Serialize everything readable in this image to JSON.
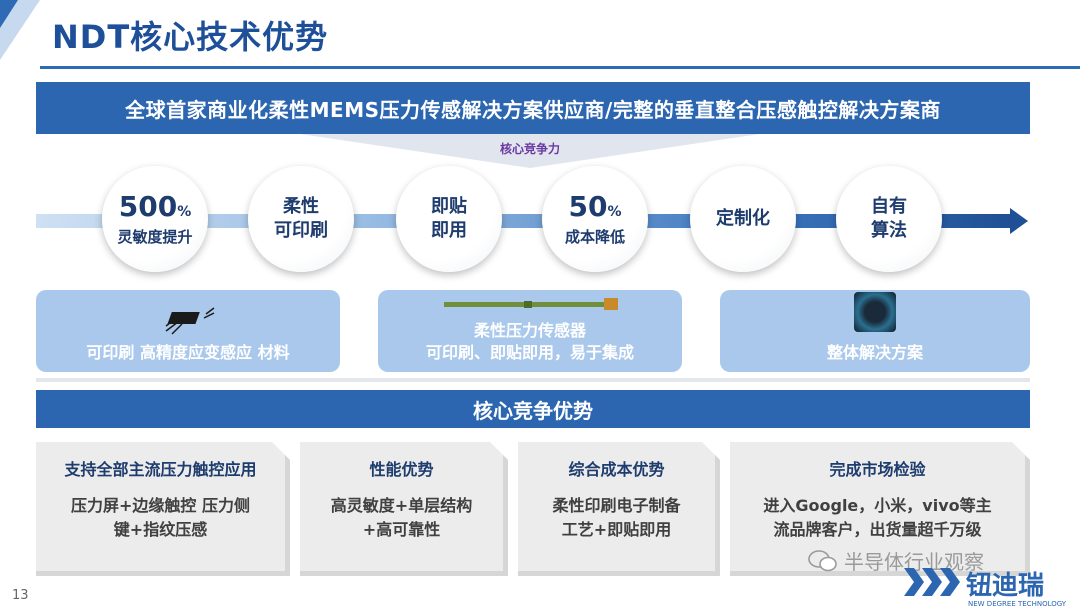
{
  "header": {
    "title": "NDT核心技术优势"
  },
  "banner": {
    "text": "全球首家商业化柔性MEMS压力传感解决方案供应商/完整的垂直整合压感触控解决方案商"
  },
  "core_label": "核心竞争力",
  "timeline": [
    {
      "big": "500",
      "unit": "%",
      "sub": "灵敏度提升"
    },
    {
      "line1": "柔性",
      "line2": "可印刷"
    },
    {
      "line1": "即贴",
      "line2": "即用"
    },
    {
      "big": "50",
      "unit": "%",
      "sub": "成本降低"
    },
    {
      "line1": "定制化"
    },
    {
      "line1": "自有",
      "line2": "算法"
    }
  ],
  "features": [
    {
      "text": "可印刷 高精度应变感应 材料",
      "icon": "chip-icon"
    },
    {
      "line1": "柔性压力传感器",
      "line2": "可印刷、即贴即用，易于集成",
      "icon": "sensor-strip-icon"
    },
    {
      "text": "整体解决方案",
      "icon": "circuit-board-icon"
    }
  ],
  "advantage_band": "核心竞争优势",
  "cards": [
    {
      "title": "支持全部主流压力触控应用",
      "line1": "压力屏+边缘触控 压力侧",
      "line2": "键+指纹压感"
    },
    {
      "title": "性能优势",
      "line1": "高灵敏度+单层结构",
      "line2": "+高可靠性"
    },
    {
      "title": "综合成本优势",
      "line1": "柔性印刷电子制备",
      "line2": "工艺+即贴即用"
    },
    {
      "title": "完成市场检验",
      "line1": "进入Google，小米，vivo等主",
      "line2": "流品牌客户，出货量超千万级"
    }
  ],
  "footer": {
    "page_number": "13",
    "watermark": "半导体行业观察",
    "logo_text": "钮迪瑞",
    "logo_sub": "NEW DEGREE TECHNOLOGY"
  },
  "colors": {
    "primary": "#2c66b0",
    "light": "#a9c8eb",
    "dark": "#1e3c6e"
  }
}
